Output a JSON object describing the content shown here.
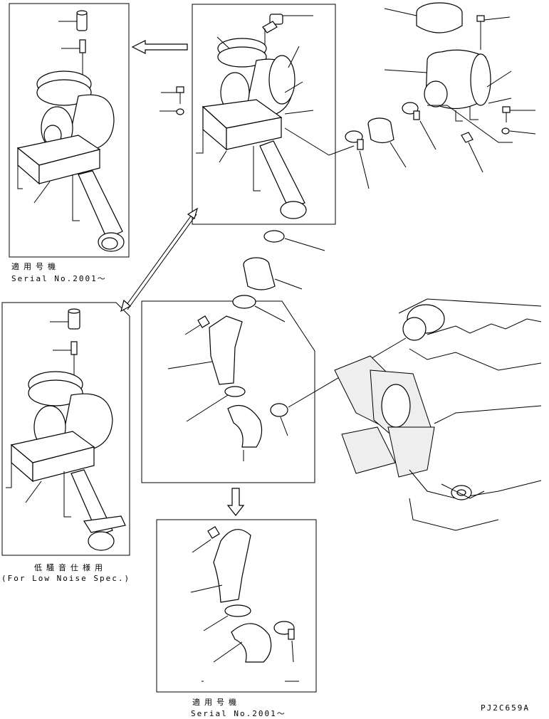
{
  "captions": {
    "serial_jp_top": "適用号機",
    "serial_en_top": "Serial No.2001～",
    "low_noise_jp": "低騒音仕様用",
    "low_noise_en": "(For Low Noise Spec.)",
    "serial_jp_bottom": "適用号機",
    "serial_en_bottom": "Serial No.2001～",
    "drawing_code": "PJ2C659A"
  },
  "icons": {
    "arrow_left": "arrow-left-icon",
    "arrow_down": "arrow-down-icon",
    "arrow_double": "double-arrow-icon"
  }
}
